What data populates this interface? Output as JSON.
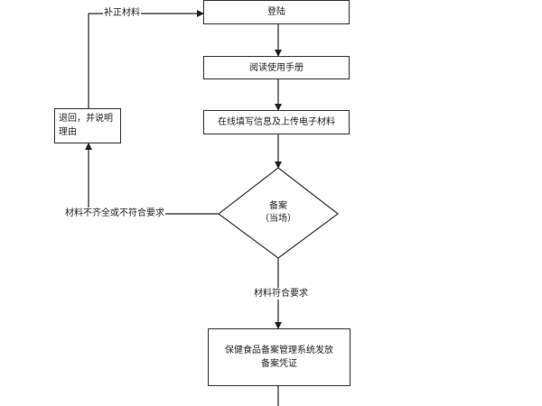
{
  "nodes": {
    "login": "登陆",
    "read_manual": "阅读使用手册",
    "fill_info": "在线填写信息及上传电子材料",
    "return_explain": "退回，并说明理由",
    "record": "备案",
    "record_sub": "（当场）",
    "issue_line1": "保健食品备案管理系统发放",
    "issue_line2": "备案凭证"
  },
  "edges": {
    "supplement": "补正材料",
    "incomplete": "材料不齐全或不符合要求",
    "meets": "材料符合要求"
  }
}
